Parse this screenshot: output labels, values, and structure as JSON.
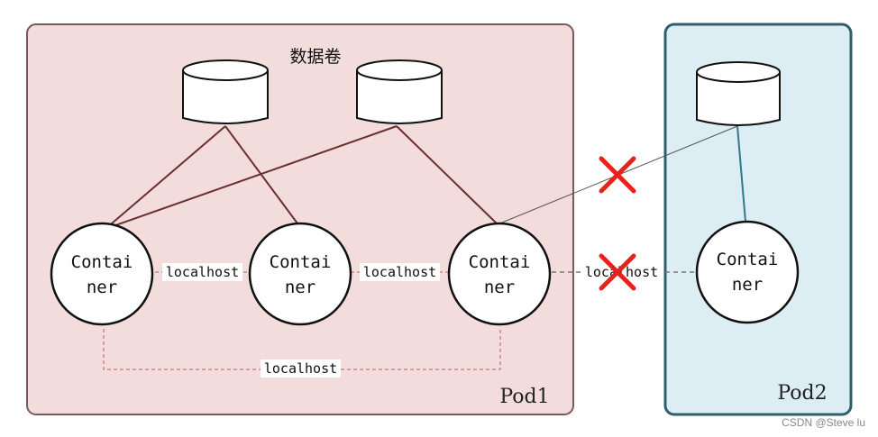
{
  "pods": [
    {
      "id": "pod1",
      "label": "Pod1"
    },
    {
      "id": "pod2",
      "label": "Pod2"
    }
  ],
  "volume_label": "数据卷",
  "containers": [
    {
      "id": "c1",
      "line1": "Contai",
      "line2": "ner"
    },
    {
      "id": "c2",
      "line1": "Contai",
      "line2": "ner"
    },
    {
      "id": "c3",
      "line1": "Contai",
      "line2": "ner"
    },
    {
      "id": "c4",
      "line1": "Contai",
      "line2": "ner"
    }
  ],
  "connections": [
    {
      "id": "c1-c2",
      "label": "localhost"
    },
    {
      "id": "c2-c3",
      "label": "localhost"
    },
    {
      "id": "c1-c3",
      "label": "localhost"
    },
    {
      "id": "c3-c4",
      "label": "localhost",
      "blocked": true
    }
  ],
  "watermark": "CSDN @Steve lu",
  "colors": {
    "pod1_fill": "#f2dcdc",
    "pod1_stroke": "#7a5a5a",
    "pod2_fill": "#dcedf3",
    "pod2_stroke": "#2f5f6e",
    "volume_line": "#6b2f2f",
    "pod2_volume_line": "#2f7a8a",
    "dashed_line": "#c98a8a",
    "blocked_mark": "#e8221b"
  },
  "icons": [
    "database-cylinder-icon",
    "cross-mark-icon"
  ]
}
